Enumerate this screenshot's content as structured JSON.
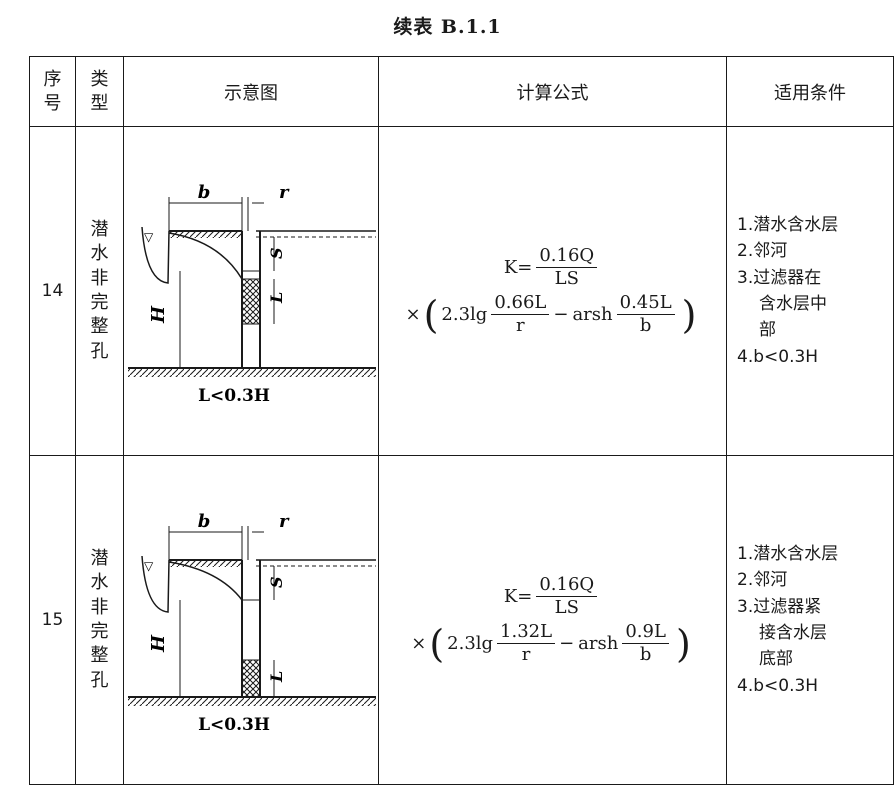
{
  "caption": "续表 B.1.1",
  "headers": {
    "index": "序号",
    "type": "类型",
    "diagram": "示意图",
    "formula": "计算公式",
    "conditions": "适用条件"
  },
  "rows": [
    {
      "no": "14",
      "type": "潜水非完整孔",
      "diagram": {
        "b": "b",
        "r": "r",
        "S": "S",
        "L": "L",
        "H": "H",
        "condition": "L<0.3H",
        "water_symbol": "▽"
      },
      "formula": {
        "k": "K=",
        "main_num": "0.16Q",
        "main_den": "LS",
        "times": "×",
        "lg_prefix": "2.3lg",
        "lg_num": "0.66L",
        "lg_den": "r",
        "minus": "−",
        "arsh": "arsh",
        "arsh_num": "0.45L",
        "arsh_den": "b"
      },
      "conditions": [
        "1.潜水含水层",
        "2.邻河",
        "3.过滤器在",
        "含水层中",
        "部",
        "4.b<0.3H"
      ]
    },
    {
      "no": "15",
      "type": "潜水非完整孔",
      "diagram": {
        "b": "b",
        "r": "r",
        "S": "S",
        "L": "L",
        "H": "H",
        "condition": "L<0.3H",
        "water_symbol": "▽"
      },
      "formula": {
        "k": "K=",
        "main_num": "0.16Q",
        "main_den": "LS",
        "times": "×",
        "lg_prefix": "2.3lg",
        "lg_num": "1.32L",
        "lg_den": "r",
        "minus": "−",
        "arsh": "arsh",
        "arsh_num": "0.9L",
        "arsh_den": "b"
      },
      "conditions": [
        "1.潜水含水层",
        "2.邻河",
        "3.过滤器紧",
        "接含水层",
        "底部",
        "4.b<0.3H"
      ]
    }
  ]
}
